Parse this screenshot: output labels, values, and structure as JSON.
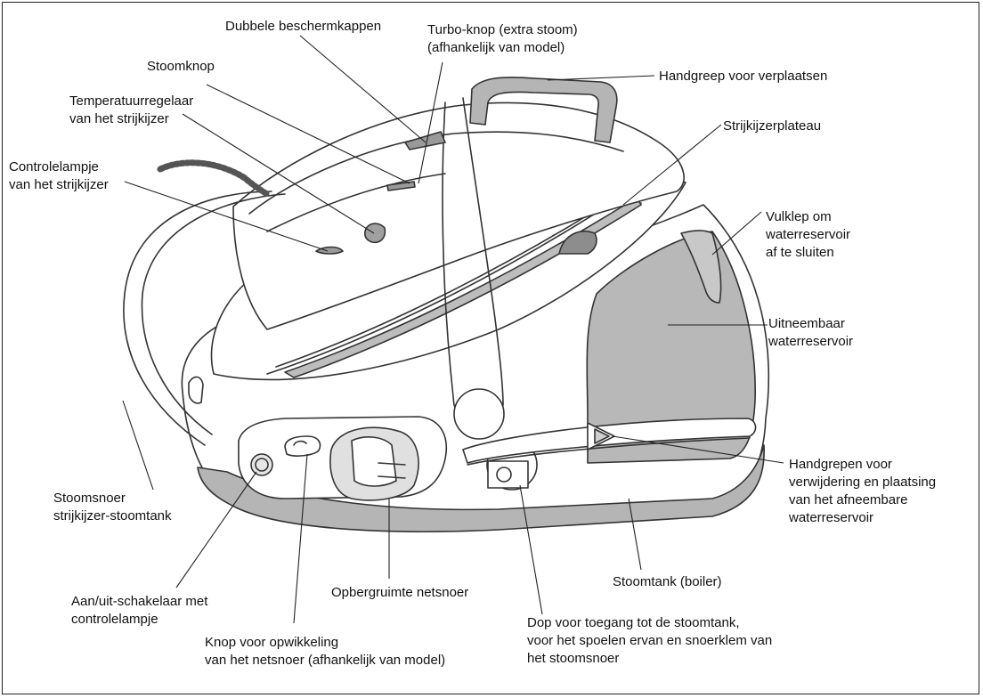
{
  "diagram": {
    "labels": {
      "dubbele_beschermkappen": "Dubbele beschermkappen",
      "turbo_knop": "Turbo-knop (extra stoom)\n(afhankelijk van model)",
      "handgreep": "Handgreep voor verplaatsen",
      "stoomknop": "Stoomknop",
      "temperatuurregelaar": "Temperatuurregelaar\nvan het strijkijzer",
      "controlelampje": "Controlelampje\nvan het strijkijzer",
      "strijkijzerplateau": "Strijkijzerplateau",
      "vulklep": "Vulklep om\nwaterreservoir\naf te sluiten",
      "waterreservoir": "Uitneembaar\nwaterreservoir",
      "stoomsnoer": "Stoomsnoer\nstrijkijzer-stoomtank",
      "handgrepen": "Handgrepen voor\nverwijdering en plaatsing\nvan het afneembare\nwaterreservoir",
      "stoomtank": "Stoomtank (boiler)",
      "aan_uit": "Aan/uit-schakelaar met\ncontrolelampje",
      "opbergruimte": "Opbergruimte netsnoer",
      "dop": "Dop voor toegang tot de stoomtank,\nvoor het spoelen ervan en snoerklem van\nhet stoomsnoer",
      "knop_opwikkeling": "Knop voor opwikkeling\nvan het netsnoer (afhankelijk van model)"
    }
  }
}
